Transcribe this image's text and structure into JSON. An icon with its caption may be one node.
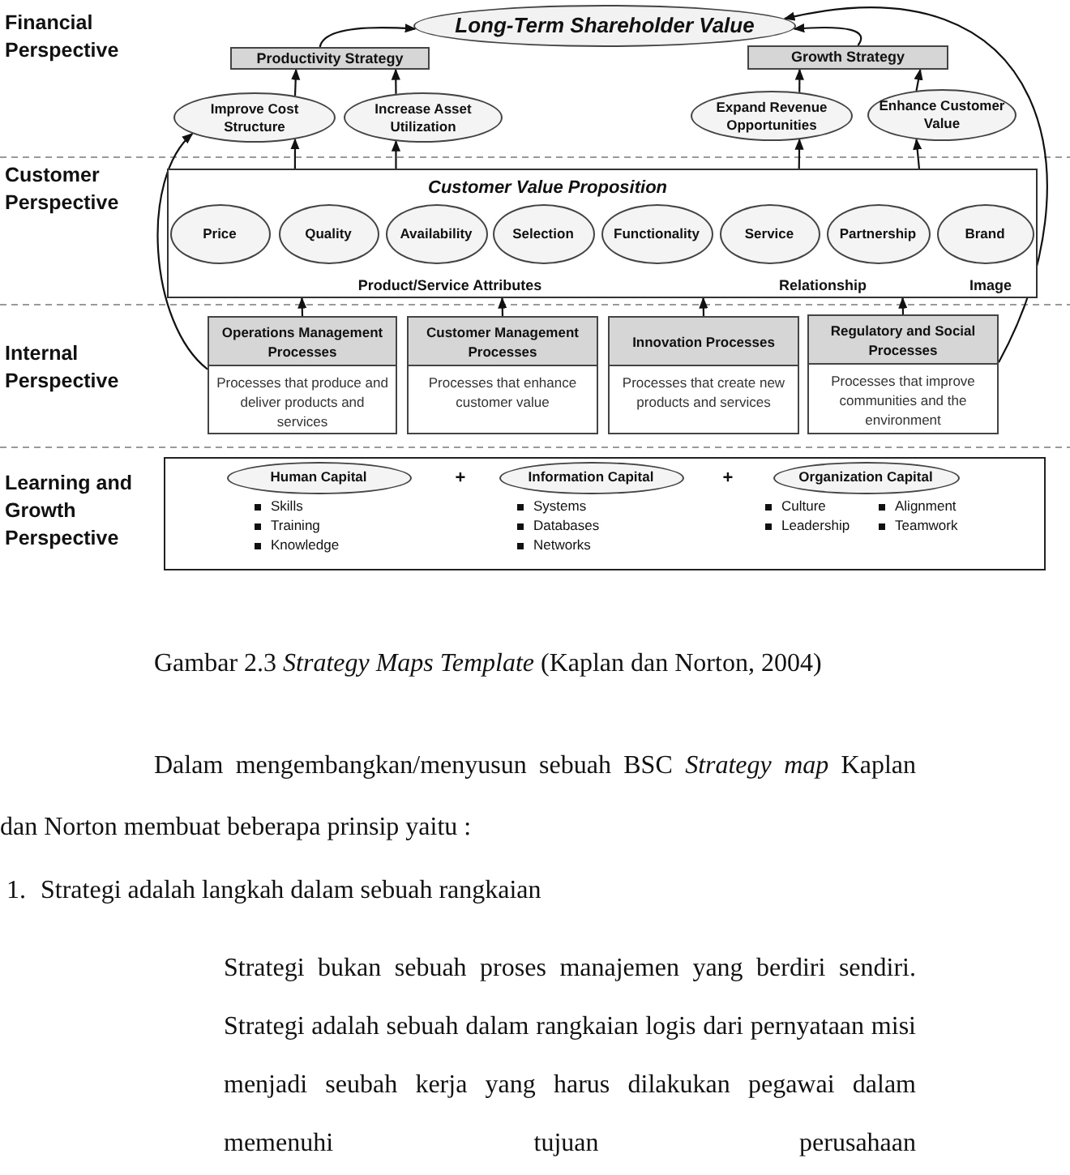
{
  "diagram": {
    "caption": "Gambar 2.3 *Strategy Maps Template* (Kaplan dan Norton, 2004)",
    "nodes": [
      {
        "text": [
          "Long-Term Shareholder Value"
        ]
      },
      {
        "text": [
          "Productivity Strategy"
        ]
      },
      {
        "text": [
          "Growth Strategy"
        ]
      },
      {
        "text": [
          "Improve Cost Structure"
        ]
      },
      {
        "text": [
          "Increase Asset Utilization"
        ]
      },
      {
        "text": [
          "Expand Revenue Opportunities"
        ]
      },
      {
        "text": [
          "Enhance Customer Value"
        ]
      },
      {
        "text": [
          "Customer Value Proposition"
        ]
      },
      {
        "text": [
          "Price"
        ],
        "in": 7
      },
      {
        "text": [
          "Quality"
        ],
        "in": 7
      },
      {
        "text": [
          "Availability"
        ],
        "in": 7
      },
      {
        "text": [
          "Selection"
        ],
        "in": 7
      },
      {
        "text": [
          "Functionality"
        ],
        "in": 7
      },
      {
        "text": [
          "Service"
        ],
        "in": 7
      },
      {
        "text": [
          "Partnership"
        ],
        "in": 7
      },
      {
        "text": [
          "Brand"
        ],
        "in": 7
      },
      {
        "text": [
          "Operations Management Processes",
          "Processes that produce and deliver products and services"
        ]
      },
      {
        "text": [
          "Customer Management Processes",
          "Processes that enhance customer value"
        ]
      },
      {
        "text": [
          "Innovation Processes",
          "Processes that create new products and services"
        ]
      },
      {
        "text": [
          "Regulatory and Social Processes",
          "Processes that improve communities and the environment"
        ]
      },
      {
        "text": [],
        "shape": "box"
      },
      {
        "text": [
          "Human Capital"
        ],
        "in": 20,
        "beside": [
          "Skills",
          "Training",
          "Knowledge"
        ]
      },
      {
        "text": [
          "Information Capital"
        ],
        "in": 20,
        "beside": [
          "Systems",
          "Databases",
          "Networks"
        ]
      },
      {
        "text": [
          "Organization Capital"
        ],
        "in": 20,
        "beside": [
          "Culture",
          "Alignment",
          "Leadership",
          "Teamwork"
        ]
      }
    ],
    "edges": [
      {
        "from": 1,
        "to": 0,
        "arrow": "to"
      },
      {
        "from": 2,
        "to": 0,
        "arrow": "to"
      },
      {
        "from": 3,
        "to": 1,
        "arrow": "to"
      },
      {
        "from": 4,
        "to": 1,
        "arrow": "to"
      },
      {
        "from": 5,
        "to": 2,
        "arrow": "to"
      },
      {
        "from": 6,
        "to": 2,
        "arrow": "to"
      },
      {
        "from": 7,
        "to": 3,
        "arrow": "to"
      },
      {
        "from": 7,
        "to": 4,
        "arrow": "to"
      },
      {
        "from": 7,
        "to": 5,
        "arrow": "to"
      },
      {
        "from": 7,
        "to": 6,
        "arrow": "to"
      },
      {
        "from": 16,
        "to": 7,
        "arrow": "to"
      },
      {
        "from": 17,
        "to": 7,
        "arrow": "to"
      },
      {
        "from": 18,
        "to": 7,
        "arrow": "to"
      },
      {
        "from": 19,
        "to": 7,
        "arrow": "to"
      },
      {
        "from": 16,
        "to": 3,
        "arrow": "to"
      },
      {
        "from": 19,
        "to": 0,
        "arrow": "to"
      }
    ],
    "labels": [
      "Financial Perspective",
      "Customer Perspective",
      "Product/Service Attributes",
      "Relationship",
      "Image",
      "Internal Perspective",
      "Learning and Growth Perspective",
      "+",
      "+",
      "Dalam mengembangkan/menyusun sebuah BSC *Strategy map* Kaplan dan Norton membuat beberapa prinsip yaitu :",
      "1.",
      "Strategi adalah langkah dalam sebuah rangkaian",
      "Strategi bukan sebuah proses manajemen yang berdiri sendiri. Strategi adalah sebuah dalam rangkaian logis dari pernyataan misi menjadi seubah kerja yang harus dilakukan pegawai dalam memenuhi tujuan perusahaan"
    ]
  }
}
